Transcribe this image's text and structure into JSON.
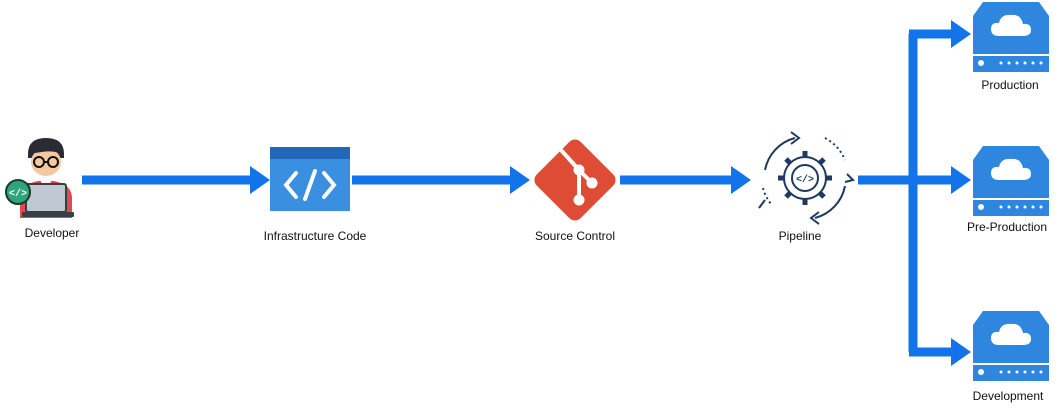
{
  "nodes": {
    "developer": {
      "label": "Developer"
    },
    "infra_code": {
      "label": "Infrastructure Code"
    },
    "source_control": {
      "label": "Source Control"
    },
    "pipeline": {
      "label": "Pipeline"
    },
    "production": {
      "label": "Production"
    },
    "pre_production": {
      "label": "Pre-Production"
    },
    "development": {
      "label": "Development"
    }
  },
  "colors": {
    "arrow": "#1273EB",
    "azure_blue": "#2F86DB",
    "git_red": "#DE4C36",
    "server_blue": "#2E86DE",
    "pipeline_navy": "#1E3A5F"
  },
  "icons": {
    "developer": "developer-avatar-icon",
    "infra_code": "code-file-icon",
    "source_control": "git-icon",
    "pipeline": "gear-cycle-icon",
    "servers": "cloud-server-icon"
  }
}
